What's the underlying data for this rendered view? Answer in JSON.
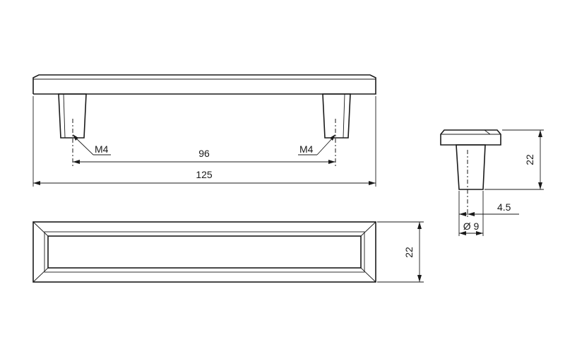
{
  "dimensions": {
    "hole_spacing": "96",
    "overall_length": "125",
    "thread_left": "M4",
    "thread_right": "M4",
    "front_height": "22",
    "side_height": "22",
    "leg_offset": "4.5",
    "leg_diameter": "Ø 9"
  }
}
